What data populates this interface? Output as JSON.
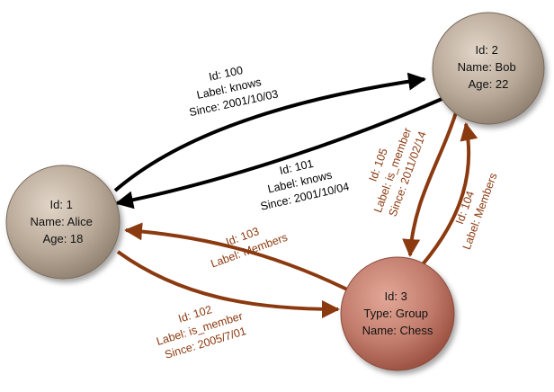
{
  "nodes": [
    {
      "id": "alice",
      "lines": [
        "Id: 1",
        "Name: Alice",
        "Age: 18"
      ],
      "fill": "#b8a898"
    },
    {
      "id": "bob",
      "lines": [
        "Id: 2",
        "Name: Bob",
        "Age: 22"
      ],
      "fill": "#b8a898"
    },
    {
      "id": "chess",
      "lines": [
        "Id: 3",
        "Type: Group",
        "Name: Chess"
      ],
      "fill": "#c07a6a"
    }
  ],
  "edges": [
    {
      "id": "e100",
      "lines": [
        "Id: 100",
        "Label: knows",
        "Since: 2001/10/03"
      ],
      "color": "#000000"
    },
    {
      "id": "e101",
      "lines": [
        "Id: 101",
        "Label: knows",
        "Since: 2001/10/04"
      ],
      "color": "#000000"
    },
    {
      "id": "e102",
      "lines": [
        "Id: 102",
        "Label: is_member",
        "Since: 2005/7/01"
      ],
      "color": "#8b3a10"
    },
    {
      "id": "e103",
      "lines": [
        "Id: 103",
        "Label: Members"
      ],
      "color": "#8b3a10"
    },
    {
      "id": "e104",
      "lines": [
        "Id: 104",
        "Label: Members"
      ],
      "color": "#8b3a10"
    },
    {
      "id": "e105",
      "lines": [
        "Id: 105",
        "Label: is_member",
        "Since: 2011/02/14"
      ],
      "color": "#8b3a10"
    }
  ]
}
